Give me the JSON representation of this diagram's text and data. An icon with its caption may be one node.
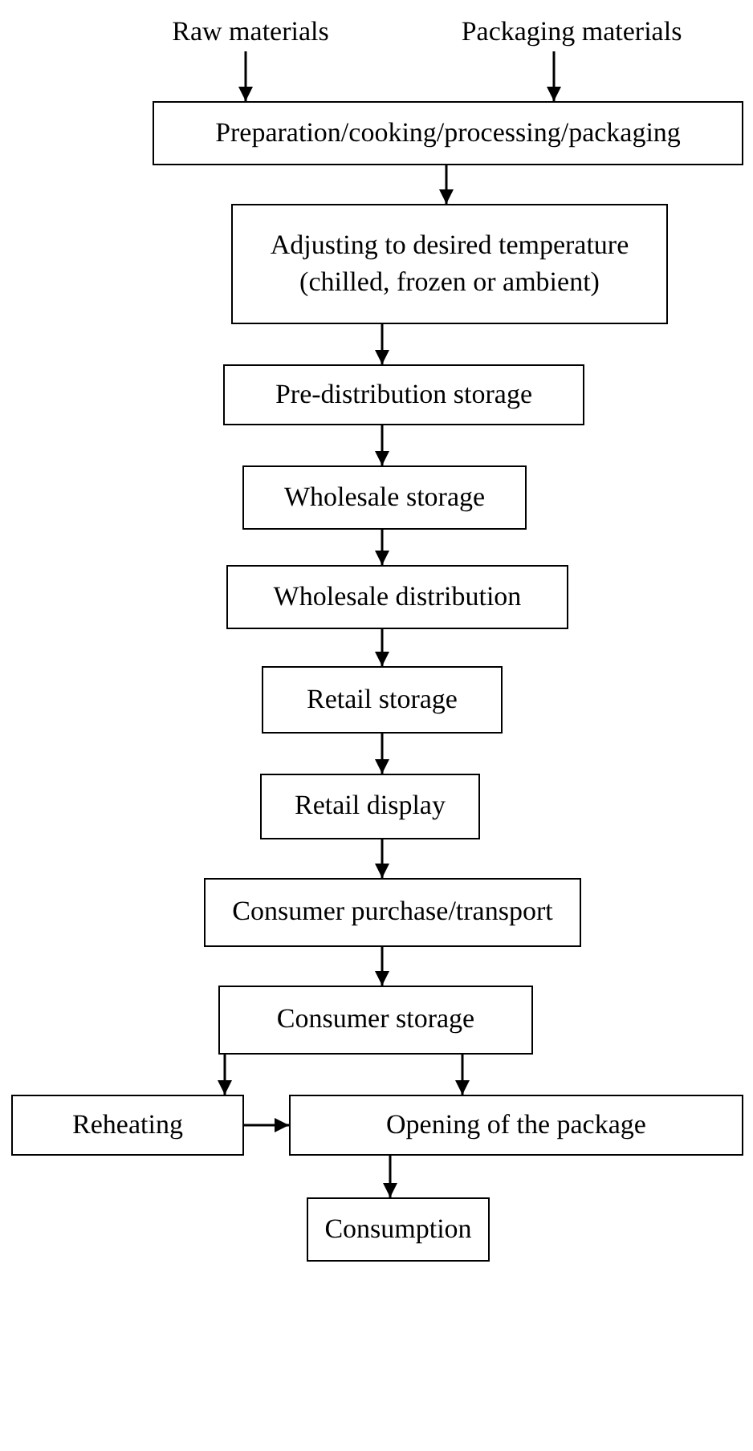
{
  "diagram": {
    "nodes": [
      {
        "text": [
          "Raw materials"
        ]
      },
      {
        "text": [
          "Packaging materials"
        ]
      },
      {
        "text": [
          "Preparation/cooking/processing/packaging"
        ]
      },
      {
        "text": [
          "Adjusting to desired temperature (chilled, frozen or ambient)"
        ]
      },
      {
        "text": [
          "Pre-distribution storage"
        ]
      },
      {
        "text": [
          "Wholesale storage"
        ]
      },
      {
        "text": [
          "Wholesale distribution"
        ]
      },
      {
        "text": [
          "Retail storage"
        ]
      },
      {
        "text": [
          "Retail display"
        ]
      },
      {
        "text": [
          "Consumer purchase/transport"
        ]
      },
      {
        "text": [
          "Consumer storage"
        ]
      },
      {
        "text": [
          "Reheating"
        ]
      },
      {
        "text": [
          "Opening of the package"
        ]
      },
      {
        "text": [
          "Consumption"
        ]
      }
    ],
    "edges": [
      {
        "from": 0,
        "to": 2,
        "arrow": "to"
      },
      {
        "from": 1,
        "to": 2,
        "arrow": "to"
      },
      {
        "from": 2,
        "to": 3,
        "arrow": "to"
      },
      {
        "from": 3,
        "to": 4,
        "arrow": "to"
      },
      {
        "from": 4,
        "to": 5,
        "arrow": "to"
      },
      {
        "from": 5,
        "to": 6,
        "arrow": "to"
      },
      {
        "from": 6,
        "to": 7,
        "arrow": "to"
      },
      {
        "from": 7,
        "to": 8,
        "arrow": "to"
      },
      {
        "from": 8,
        "to": 9,
        "arrow": "to"
      },
      {
        "from": 9,
        "to": 10,
        "arrow": "to"
      },
      {
        "from": 10,
        "to": 11,
        "arrow": "to"
      },
      {
        "from": 10,
        "to": 12,
        "arrow": "to"
      },
      {
        "from": 11,
        "to": 12,
        "arrow": "to"
      },
      {
        "from": 12,
        "to": 13,
        "arrow": "to"
      }
    ]
  }
}
